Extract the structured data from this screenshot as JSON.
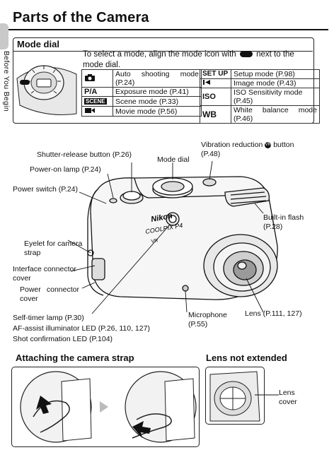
{
  "page": {
    "title": "Parts of the Camera",
    "side_tab": "Before You Begin"
  },
  "mode_dial_section": {
    "heading": "Mode dial",
    "intro_before": "To select a mode, align the mode icon with",
    "intro_after": "next to the mode dial.",
    "modes_left": [
      {
        "icon": "camera-icon",
        "text": "Auto shooting mode (P.24)"
      },
      {
        "icon": "P/A",
        "text": "Exposure mode (P.41)"
      },
      {
        "icon": "SCENE",
        "text": "Scene mode (P.33)"
      },
      {
        "icon": "movie-icon",
        "text": "Movie mode (P.56)"
      }
    ],
    "modes_right": [
      {
        "icon": "SET UP",
        "text": "Setup mode (P.98)"
      },
      {
        "icon": "playback-icon",
        "text": "Image mode (P.43)"
      },
      {
        "icon": "ISO",
        "text": "ISO Sensitivity mode (P.45)"
      },
      {
        "icon": "WB",
        "text": "White balance mode (P.46)"
      }
    ]
  },
  "camera_labels": {
    "vibration_reduction": "Vibration reduction",
    "vibration_reduction_suffix": "button (P.48)",
    "shutter_release": "Shutter-release button (P.26)",
    "mode_dial": "Mode dial",
    "power_on_lamp": "Power-on lamp (P.24)",
    "power_switch": "Power switch (P.24)",
    "built_in_flash": "Built-in flash (P.28)",
    "eyelet": "Eyelet for camera strap",
    "interface_cover": "Interface connector cover",
    "power_cover": "Power connector cover",
    "self_timer": "Self-timer lamp (P.30)",
    "af_assist": "AF-assist illuminator LED (P.26, 110, 127)",
    "shot_confirmation": "Shot confirmation LED (P.104)",
    "microphone": "Microphone (P.55)",
    "lens": "Lens (P.111, 127)",
    "brand": "Nikon",
    "model": "COOLPIX P4",
    "vr_mark": "VR"
  },
  "strap_section": {
    "heading": "Attaching the camera strap"
  },
  "lens_section": {
    "heading": "Lens not extended",
    "lens_cover_label": "Lens cover"
  }
}
